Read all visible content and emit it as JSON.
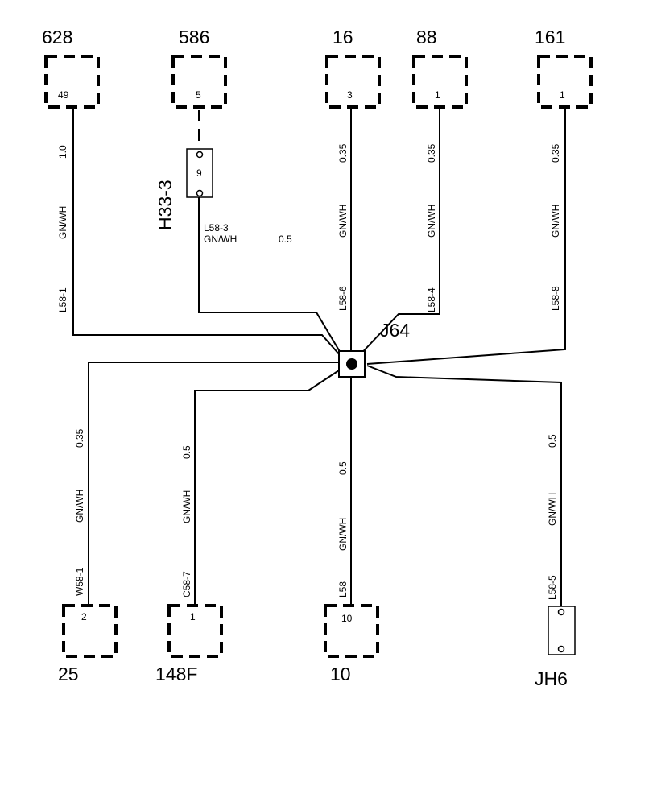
{
  "connectors": {
    "c628": {
      "id": "628",
      "pin": "49"
    },
    "c586": {
      "id": "586",
      "pin": "5"
    },
    "c16": {
      "id": "16",
      "pin": "3"
    },
    "c88": {
      "id": "88",
      "pin": "1"
    },
    "c161": {
      "id": "161",
      "pin": "1"
    },
    "c25": {
      "id": "25",
      "pin": "2"
    },
    "c148f": {
      "id": "148F",
      "pin": "1"
    },
    "c10": {
      "id": "10",
      "pin": "10"
    }
  },
  "terminals": {
    "h33": {
      "id": "H33-3",
      "pin": "9"
    },
    "jh6": {
      "id": "JH6"
    }
  },
  "splice": {
    "id": "J64"
  },
  "wires": {
    "l58_1": {
      "size": "1.0",
      "color": "GN/WH",
      "circuit": "L58-1"
    },
    "l58_3": {
      "size": "0.5",
      "color": "GN/WH",
      "circuit": "L58-3"
    },
    "l58_6": {
      "size": "0.35",
      "color": "GN/WH",
      "circuit": "L58-6"
    },
    "l58_4": {
      "size": "0.35",
      "color": "GN/WH",
      "circuit": "L58-4"
    },
    "l58_8": {
      "size": "0.35",
      "color": "GN/WH",
      "circuit": "L58-8"
    },
    "w58_1": {
      "size": "0.35",
      "color": "GN/WH",
      "circuit": "W58-1"
    },
    "c58_7": {
      "size": "0.5",
      "color": "GN/WH",
      "circuit": "C58-7"
    },
    "l58": {
      "size": "0.5",
      "color": "GN/WH",
      "circuit": "L58"
    },
    "l58_5": {
      "size": "0.5",
      "color": "GN/WH",
      "circuit": "L58-5"
    }
  }
}
